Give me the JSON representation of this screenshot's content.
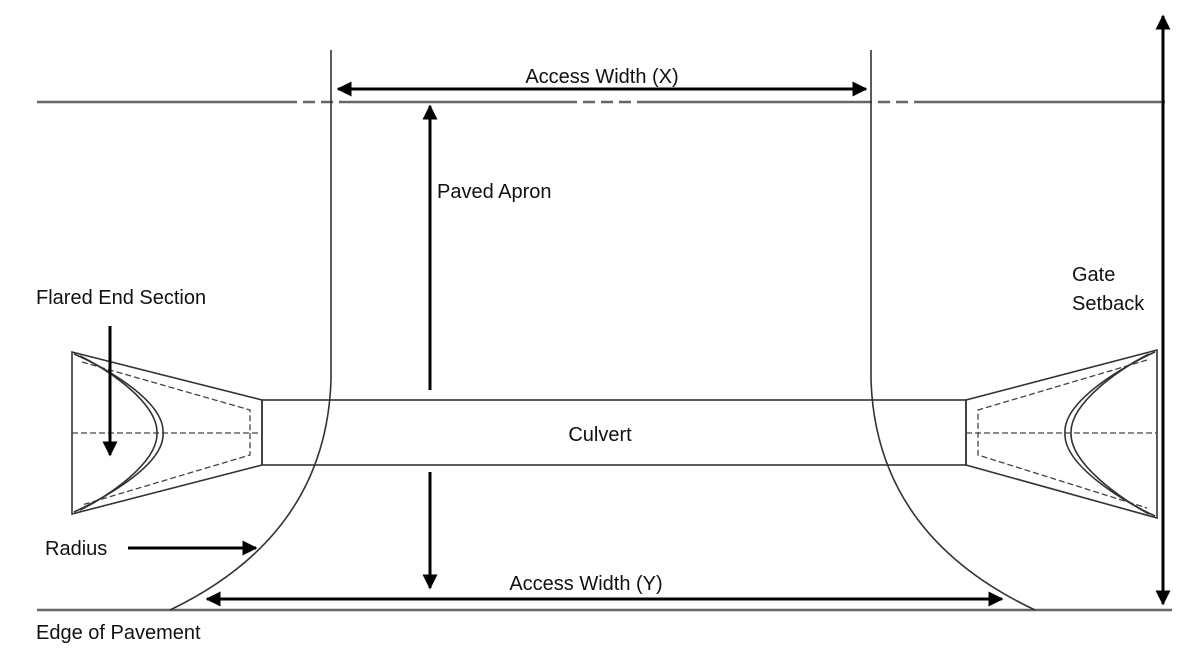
{
  "labels": {
    "access_width_x": "Access Width (X)",
    "paved_apron": "Paved Apron",
    "flared_end_section": "Flared End Section",
    "gate_setback_line1": "Gate",
    "gate_setback_line2": "Setback",
    "culvert": "Culvert",
    "radius": "Radius",
    "access_width_y": "Access Width (Y)",
    "edge_of_pavement": "Edge of Pavement"
  }
}
